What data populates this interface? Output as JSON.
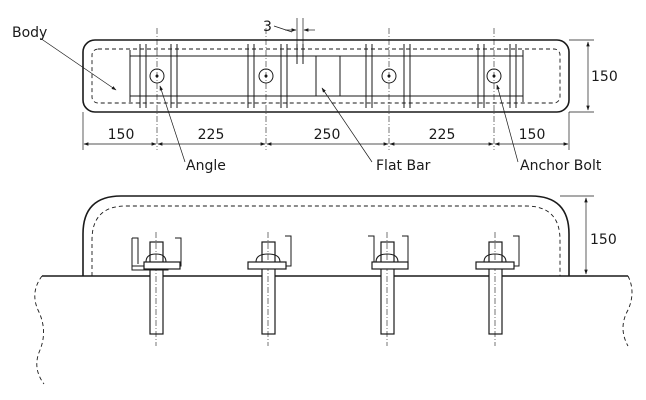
{
  "labels": {
    "body": "Body",
    "angle": "Angle",
    "flat_bar": "Flat Bar",
    "anchor_bolt": "Anchor Bolt",
    "gap": "3"
  },
  "dimensions": {
    "top_height": "150",
    "side_height": "150",
    "spacing": [
      "150",
      "225",
      "250",
      "225",
      "150"
    ]
  }
}
